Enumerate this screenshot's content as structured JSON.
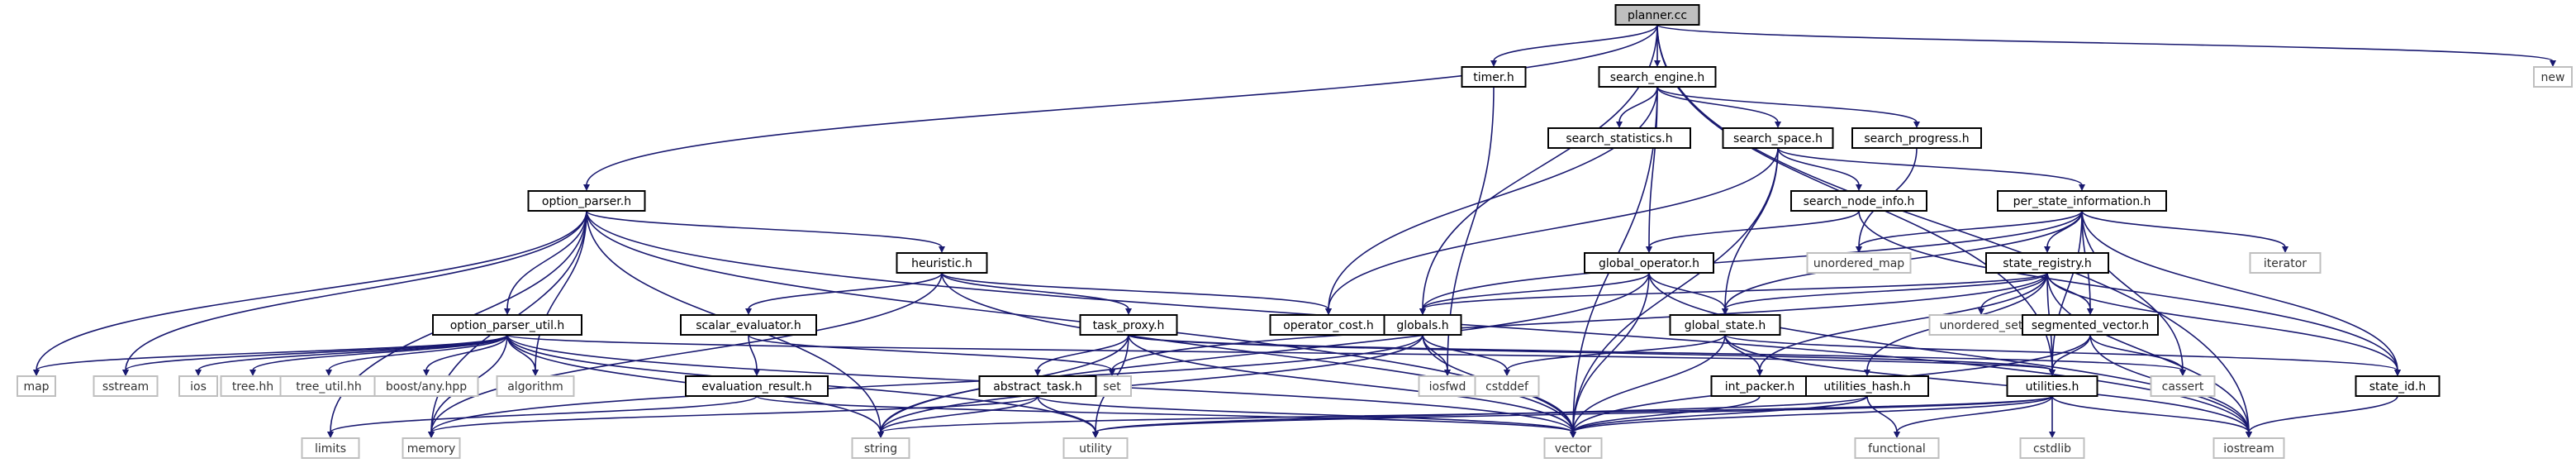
{
  "graph": {
    "root": "planner.cc",
    "nodes": [
      {
        "id": "planner",
        "label": "planner.cc",
        "kind": "root"
      },
      {
        "id": "timer",
        "label": "timer.h",
        "kind": "internal"
      },
      {
        "id": "search_engine",
        "label": "search_engine.h",
        "kind": "internal"
      },
      {
        "id": "new",
        "label": "new",
        "kind": "external"
      },
      {
        "id": "search_statistics",
        "label": "search_statistics.h",
        "kind": "internal"
      },
      {
        "id": "search_space",
        "label": "search_space.h",
        "kind": "internal"
      },
      {
        "id": "search_progress",
        "label": "search_progress.h",
        "kind": "internal"
      },
      {
        "id": "option_parser",
        "label": "option_parser.h",
        "kind": "internal"
      },
      {
        "id": "search_node_info",
        "label": "search_node_info.h",
        "kind": "internal"
      },
      {
        "id": "per_state_information",
        "label": "per_state_information.h",
        "kind": "internal"
      },
      {
        "id": "heuristic",
        "label": "heuristic.h",
        "kind": "internal"
      },
      {
        "id": "global_operator",
        "label": "global_operator.h",
        "kind": "internal"
      },
      {
        "id": "unordered_map",
        "label": "unordered_map",
        "kind": "external"
      },
      {
        "id": "iterator",
        "label": "iterator",
        "kind": "external"
      },
      {
        "id": "state_registry",
        "label": "state_registry.h",
        "kind": "internal"
      },
      {
        "id": "option_parser_util",
        "label": "option_parser_util.h",
        "kind": "internal"
      },
      {
        "id": "scalar_evaluator",
        "label": "scalar_evaluator.h",
        "kind": "internal"
      },
      {
        "id": "task_proxy",
        "label": "task_proxy.h",
        "kind": "internal"
      },
      {
        "id": "operator_cost",
        "label": "operator_cost.h",
        "kind": "internal"
      },
      {
        "id": "globals",
        "label": "globals.h",
        "kind": "internal"
      },
      {
        "id": "global_state",
        "label": "global_state.h",
        "kind": "internal"
      },
      {
        "id": "unordered_set",
        "label": "unordered_set",
        "kind": "external"
      },
      {
        "id": "segmented_vector",
        "label": "segmented_vector.h",
        "kind": "internal"
      },
      {
        "id": "map",
        "label": "map",
        "kind": "external"
      },
      {
        "id": "sstream",
        "label": "sstream",
        "kind": "external"
      },
      {
        "id": "ios",
        "label": "ios",
        "kind": "external"
      },
      {
        "id": "tree_hh",
        "label": "tree.hh",
        "kind": "external"
      },
      {
        "id": "tree_util_hh",
        "label": "tree_util.hh",
        "kind": "external"
      },
      {
        "id": "boost_any",
        "label": "boost/any.hpp",
        "kind": "external"
      },
      {
        "id": "algorithm",
        "label": "algorithm",
        "kind": "external"
      },
      {
        "id": "evaluation_result",
        "label": "evaluation_result.h",
        "kind": "internal"
      },
      {
        "id": "set",
        "label": "set",
        "kind": "external"
      },
      {
        "id": "abstract_task",
        "label": "abstract_task.h",
        "kind": "internal"
      },
      {
        "id": "iosfwd",
        "label": "iosfwd",
        "kind": "external"
      },
      {
        "id": "cstddef",
        "label": "cstddef",
        "kind": "external"
      },
      {
        "id": "int_packer",
        "label": "int_packer.h",
        "kind": "internal"
      },
      {
        "id": "utilities_hash",
        "label": "utilities_hash.h",
        "kind": "internal"
      },
      {
        "id": "utilities",
        "label": "utilities.h",
        "kind": "internal"
      },
      {
        "id": "cassert",
        "label": "cassert",
        "kind": "external"
      },
      {
        "id": "state_id",
        "label": "state_id.h",
        "kind": "internal"
      },
      {
        "id": "limits",
        "label": "limits",
        "kind": "external"
      },
      {
        "id": "memory",
        "label": "memory",
        "kind": "external"
      },
      {
        "id": "string",
        "label": "string",
        "kind": "external"
      },
      {
        "id": "utility",
        "label": "utility",
        "kind": "external"
      },
      {
        "id": "vector",
        "label": "vector",
        "kind": "external"
      },
      {
        "id": "functional",
        "label": "functional",
        "kind": "external"
      },
      {
        "id": "cstdlib",
        "label": "cstdlib",
        "kind": "external"
      },
      {
        "id": "iostream",
        "label": "iostream",
        "kind": "external"
      }
    ],
    "edges": [
      [
        "planner",
        "timer"
      ],
      [
        "planner",
        "search_engine"
      ],
      [
        "planner",
        "new"
      ],
      [
        "planner",
        "option_parser"
      ],
      [
        "planner",
        "globals"
      ],
      [
        "planner",
        "utilities"
      ],
      [
        "planner",
        "iostream"
      ],
      [
        "timer",
        "iosfwd"
      ],
      [
        "search_engine",
        "search_statistics"
      ],
      [
        "search_engine",
        "search_space"
      ],
      [
        "search_engine",
        "search_progress"
      ],
      [
        "search_engine",
        "global_operator"
      ],
      [
        "search_engine",
        "operator_cost"
      ],
      [
        "search_engine",
        "vector"
      ],
      [
        "search_space",
        "search_node_info"
      ],
      [
        "search_space",
        "per_state_information"
      ],
      [
        "search_space",
        "global_state"
      ],
      [
        "search_space",
        "operator_cost"
      ],
      [
        "search_space",
        "vector"
      ],
      [
        "search_progress",
        "unordered_map"
      ],
      [
        "search_node_info",
        "global_operator"
      ],
      [
        "search_node_info",
        "state_id"
      ],
      [
        "per_state_information",
        "unordered_map"
      ],
      [
        "per_state_information",
        "iterator"
      ],
      [
        "per_state_information",
        "state_registry"
      ],
      [
        "per_state_information",
        "segmented_vector"
      ],
      [
        "per_state_information",
        "state_id"
      ],
      [
        "per_state_information",
        "cassert"
      ],
      [
        "per_state_information",
        "utilities"
      ],
      [
        "per_state_information",
        "globals"
      ],
      [
        "per_state_information",
        "global_state"
      ],
      [
        "option_parser",
        "heuristic"
      ],
      [
        "option_parser",
        "option_parser_util"
      ],
      [
        "option_parser",
        "algorithm"
      ],
      [
        "option_parser",
        "map"
      ],
      [
        "option_parser",
        "sstream"
      ],
      [
        "option_parser",
        "memory"
      ],
      [
        "option_parser",
        "limits"
      ],
      [
        "option_parser",
        "string"
      ],
      [
        "option_parser",
        "vector"
      ],
      [
        "option_parser",
        "iostream"
      ],
      [
        "heuristic",
        "scalar_evaluator"
      ],
      [
        "heuristic",
        "task_proxy"
      ],
      [
        "heuristic",
        "operator_cost"
      ],
      [
        "heuristic",
        "memory"
      ],
      [
        "heuristic",
        "vector"
      ],
      [
        "global_operator",
        "global_state"
      ],
      [
        "global_operator",
        "globals"
      ],
      [
        "global_operator",
        "vector"
      ],
      [
        "global_operator",
        "iostream"
      ],
      [
        "global_operator",
        "string"
      ],
      [
        "state_registry",
        "globals"
      ],
      [
        "state_registry",
        "global_state"
      ],
      [
        "state_registry",
        "unordered_set"
      ],
      [
        "state_registry",
        "segmented_vector"
      ],
      [
        "state_registry",
        "int_packer"
      ],
      [
        "state_registry",
        "utilities_hash"
      ],
      [
        "state_registry",
        "state_id"
      ],
      [
        "state_registry",
        "utilities"
      ],
      [
        "state_registry",
        "set"
      ],
      [
        "state_registry",
        "iostream"
      ],
      [
        "option_parser_util",
        "map"
      ],
      [
        "option_parser_util",
        "sstream"
      ],
      [
        "option_parser_util",
        "ios"
      ],
      [
        "option_parser_util",
        "tree_hh"
      ],
      [
        "option_parser_util",
        "tree_util_hh"
      ],
      [
        "option_parser_util",
        "boost_any"
      ],
      [
        "option_parser_util",
        "algorithm"
      ],
      [
        "option_parser_util",
        "string"
      ],
      [
        "option_parser_util",
        "memory"
      ],
      [
        "option_parser_util",
        "vector"
      ],
      [
        "option_parser_util",
        "utilities"
      ],
      [
        "option_parser_util",
        "utility"
      ],
      [
        "scalar_evaluator",
        "evaluation_result"
      ],
      [
        "scalar_evaluator",
        "set"
      ],
      [
        "task_proxy",
        "abstract_task"
      ],
      [
        "task_proxy",
        "utilities"
      ],
      [
        "task_proxy",
        "cassert"
      ],
      [
        "task_proxy",
        "string"
      ],
      [
        "task_proxy",
        "utility"
      ],
      [
        "task_proxy",
        "vector"
      ],
      [
        "globals",
        "iosfwd"
      ],
      [
        "globals",
        "memory"
      ],
      [
        "globals",
        "string"
      ],
      [
        "globals",
        "vector"
      ],
      [
        "globals",
        "cstddef"
      ],
      [
        "global_state",
        "int_packer"
      ],
      [
        "global_state",
        "state_id"
      ],
      [
        "global_state",
        "vector"
      ],
      [
        "global_state",
        "cstddef"
      ],
      [
        "global_state",
        "iostream"
      ],
      [
        "segmented_vector",
        "utilities"
      ],
      [
        "segmented_vector",
        "cassert"
      ],
      [
        "segmented_vector",
        "vector"
      ],
      [
        "segmented_vector",
        "iostream"
      ],
      [
        "evaluation_result",
        "limits"
      ],
      [
        "evaluation_result",
        "vector"
      ],
      [
        "abstract_task",
        "memory"
      ],
      [
        "abstract_task",
        "string"
      ],
      [
        "abstract_task",
        "utility"
      ],
      [
        "abstract_task",
        "vector"
      ],
      [
        "int_packer",
        "vector"
      ],
      [
        "utilities_hash",
        "functional"
      ],
      [
        "utilities_hash",
        "utility"
      ],
      [
        "utilities_hash",
        "vector"
      ],
      [
        "utilities",
        "cstdlib"
      ],
      [
        "utilities",
        "functional"
      ],
      [
        "utilities",
        "iostream"
      ],
      [
        "utilities",
        "string"
      ],
      [
        "utilities",
        "utility"
      ],
      [
        "utilities",
        "vector"
      ],
      [
        "state_id",
        "iostream"
      ]
    ]
  },
  "colors": {
    "edge": "#191970",
    "node_border": "#000000",
    "external_border": "#bfbfbf",
    "root_fill": "#bfbfbf"
  }
}
